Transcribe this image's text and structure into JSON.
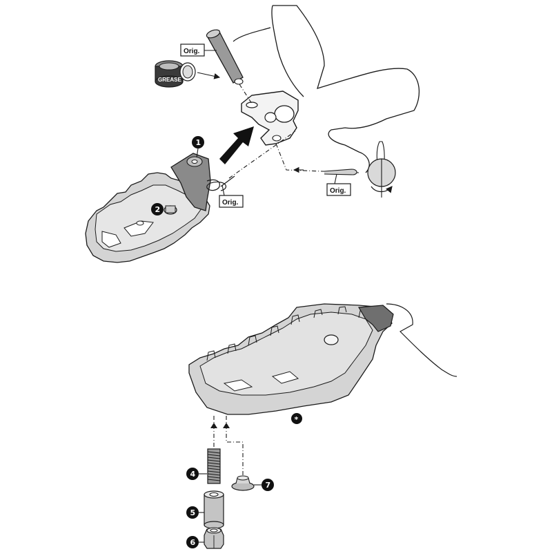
{
  "labels": {
    "orig": "Orig.",
    "grease": "GREASE"
  },
  "callouts": {
    "c1": "1",
    "c2": "2",
    "c4": "4",
    "c5": "5",
    "c6": "6",
    "c7": "7",
    "star": "*"
  },
  "colors": {
    "line": "#1a1a1a",
    "part_fill": "#d9d9d9",
    "part_dark": "#8a8a8a",
    "callout_fill": "#111111"
  }
}
